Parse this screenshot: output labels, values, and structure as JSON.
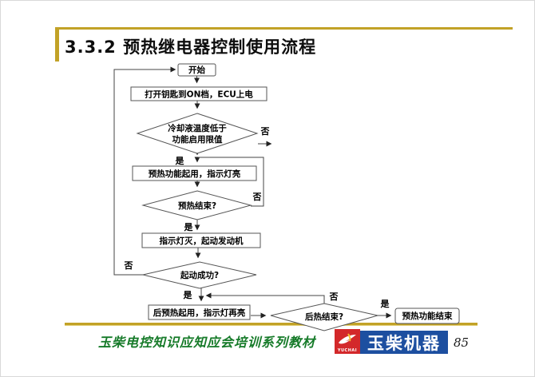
{
  "page": {
    "title": "3.3.2 预热继电器控制使用流程",
    "page_number": "85"
  },
  "flowchart": {
    "nodes": {
      "start": "开始",
      "key_on": "打开钥匙到ON档，ECU上电",
      "coolant_check_line1": "冷却液温度低于",
      "coolant_check_line2": "功能启用限值",
      "preheat_on": "预热功能起用，指示灯亮",
      "preheat_done": "预热结束?",
      "lamp_off_start_engine": "指示灯灭，起动发动机",
      "start_success": "起动成功?",
      "afterheat_on": "后预热起用，指示灯再亮",
      "afterheat_done": "后热结束?",
      "end": "预热功能结束"
    },
    "labels": {
      "yes": "是",
      "no": "否"
    }
  },
  "footer": {
    "course_title": "玉柴电控知识应知应会培训系列教材",
    "logo": {
      "brand_en": "YUCHAI",
      "brand_cn": "玉柴机器"
    },
    "colors": {
      "accent_gold": "#c2a227",
      "course_text_green": "#157a28",
      "logo_red": "#d3282a",
      "logo_blue": "#1d4fa0"
    }
  }
}
